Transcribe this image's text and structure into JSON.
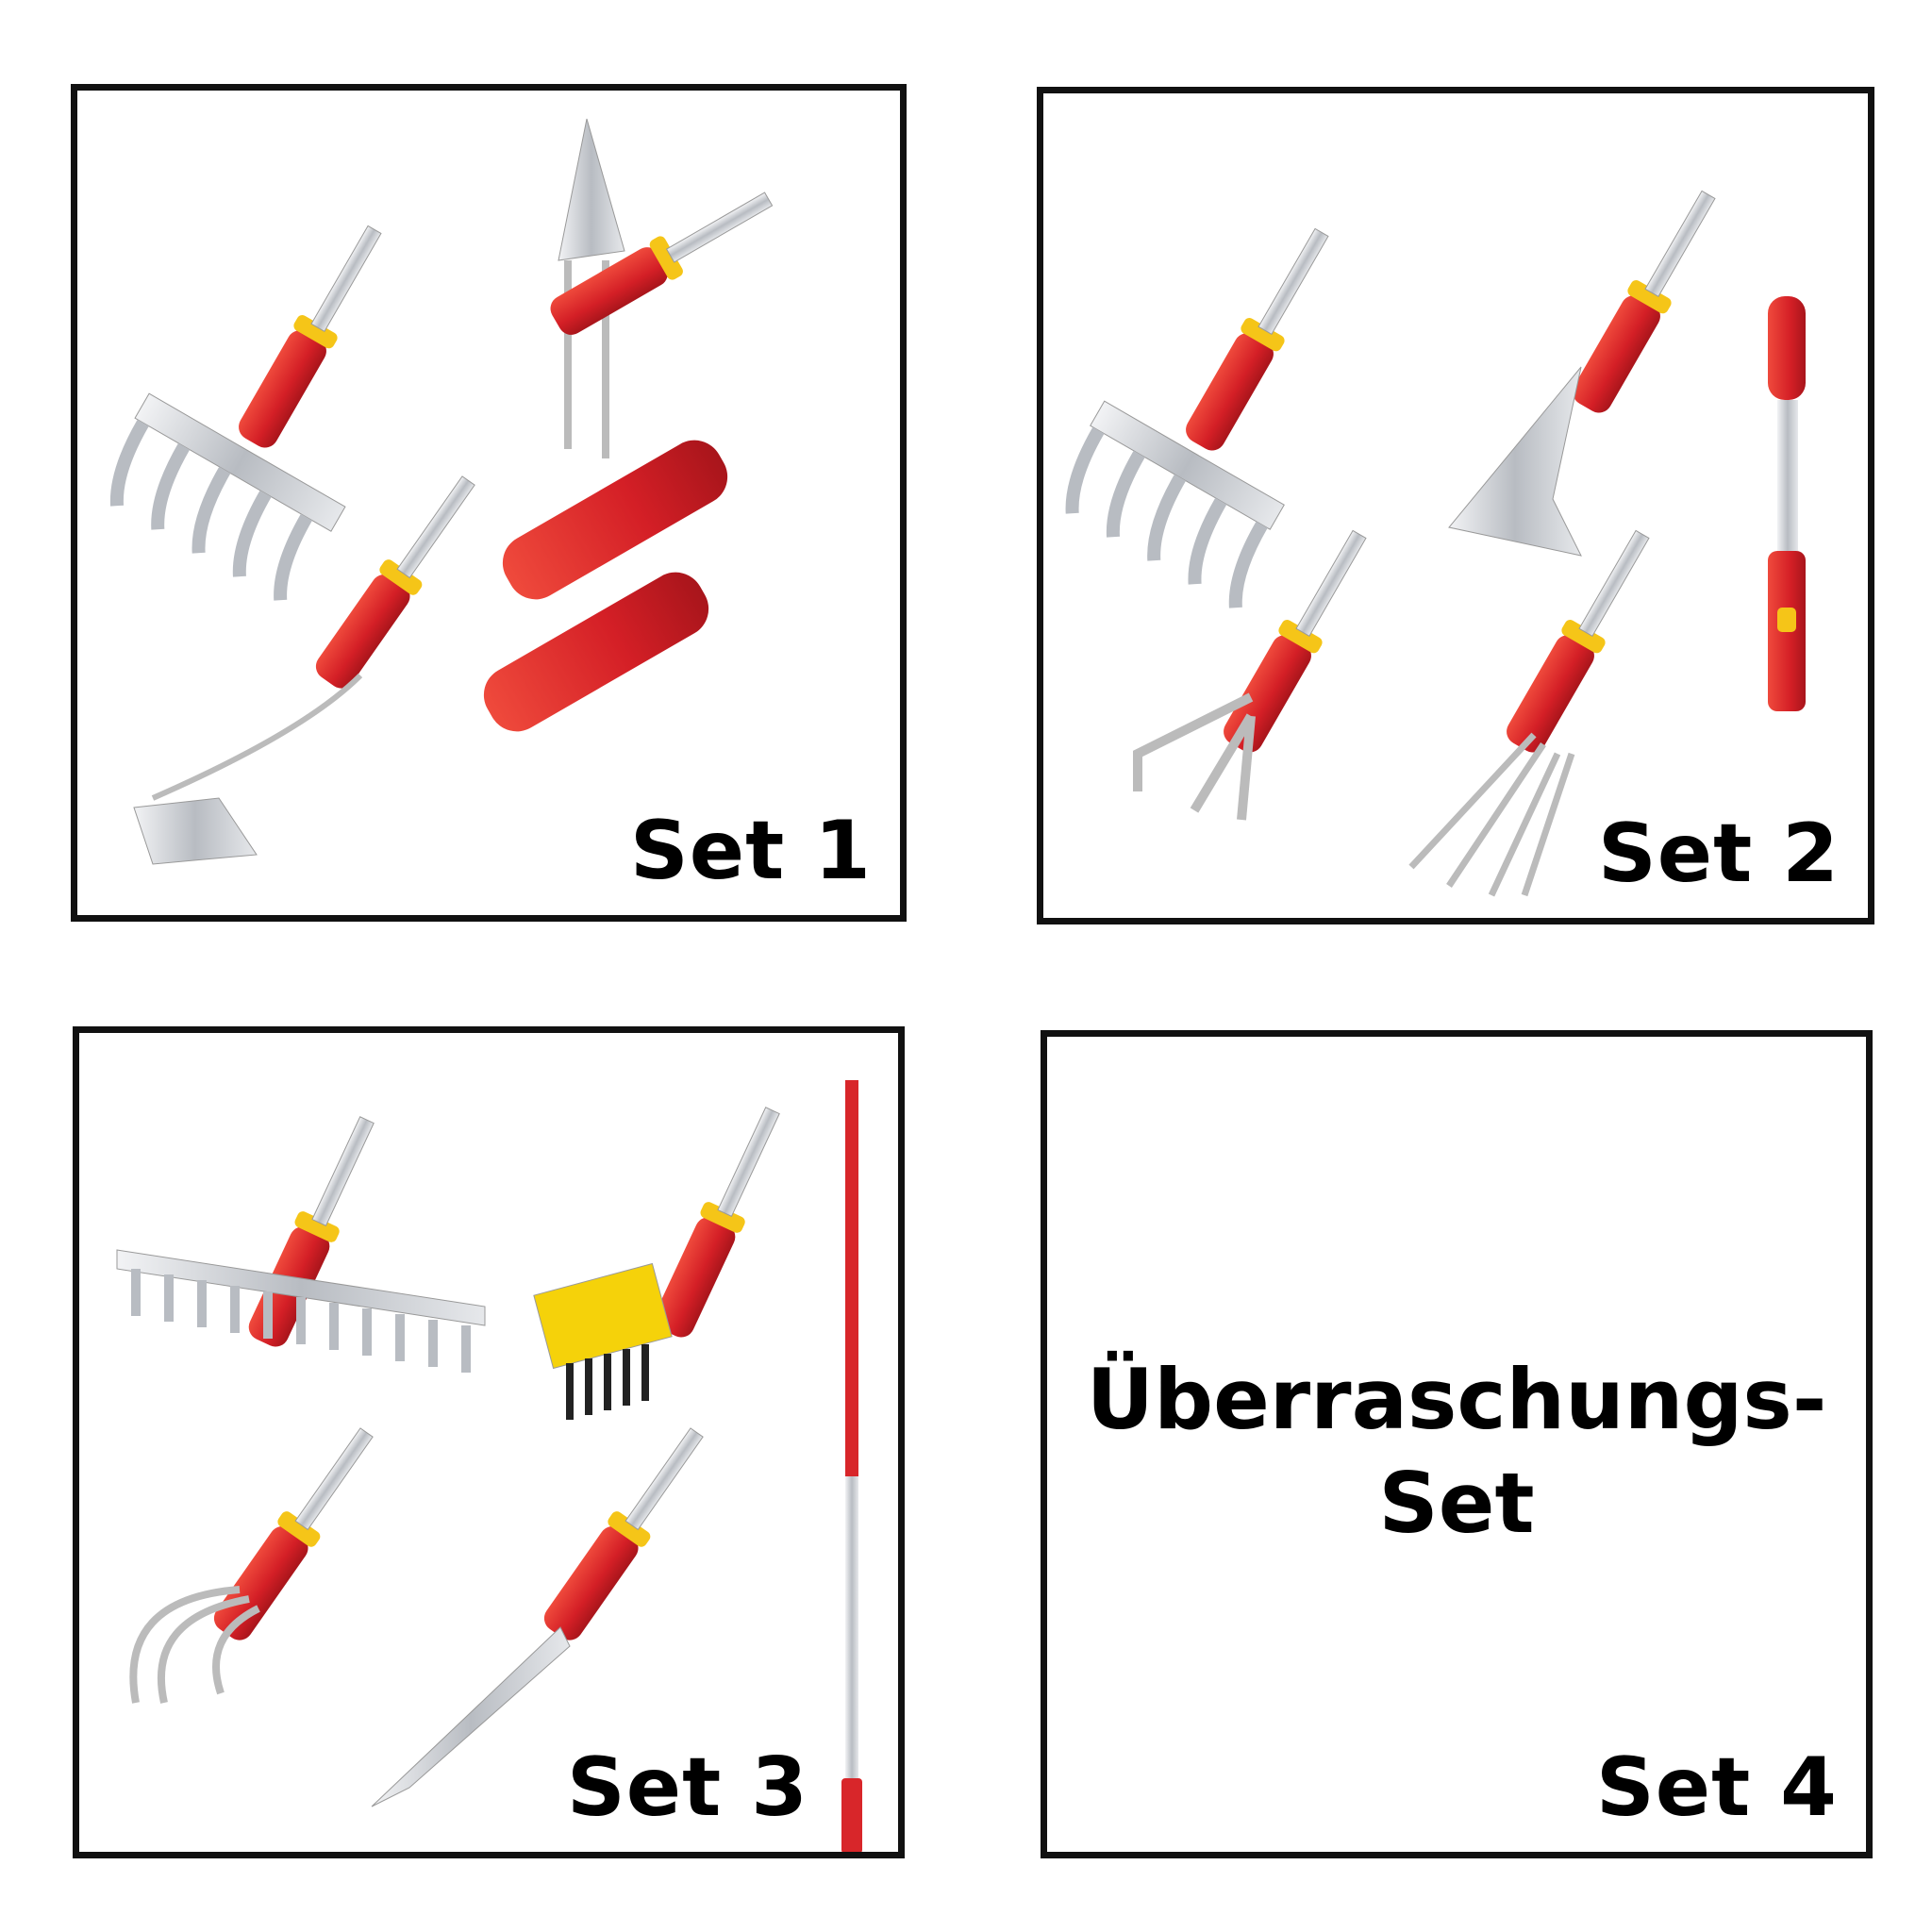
{
  "sets": [
    {
      "label": "Set 1"
    },
    {
      "label": "Set 2"
    },
    {
      "label": "Set 3"
    },
    {
      "label": "Set 4",
      "title_line1": "Überraschungs-",
      "title_line2": "Set"
    }
  ],
  "colors": {
    "handle_red": "#d8262a",
    "ring_yellow": "#f5c518",
    "steel": "#c9ccd0",
    "border": "#111111"
  }
}
